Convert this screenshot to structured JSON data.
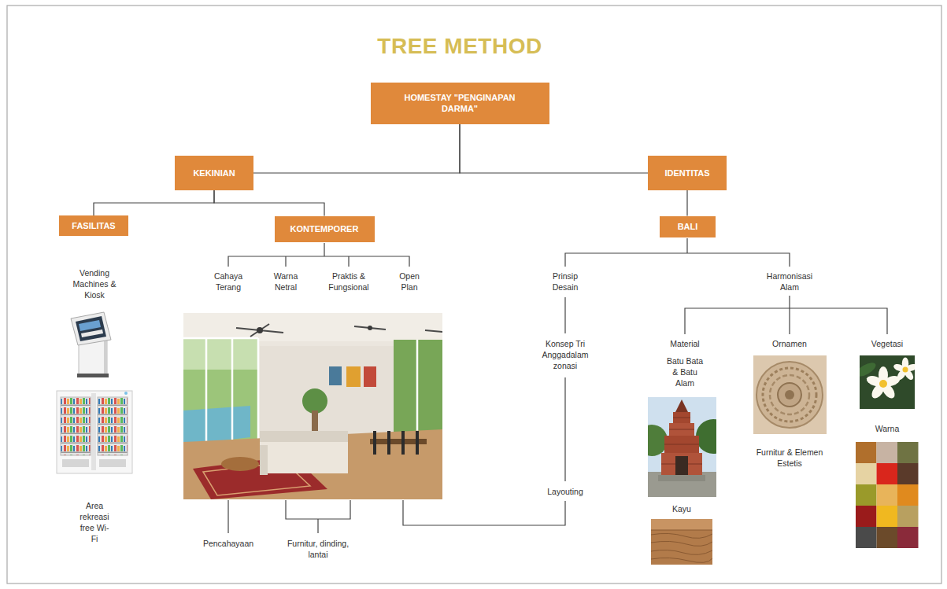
{
  "diagram": {
    "title": "TREE METHOD",
    "nodes": [
      {
        "text": [
          "HOMESTAY \"PENGINAPAN DARMA\""
        ]
      },
      {
        "text": [
          "KEKINIAN"
        ]
      },
      {
        "text": [
          "IDENTITAS"
        ]
      },
      {
        "text": [
          "FASILITAS"
        ]
      },
      {
        "text": [
          "KONTEMPORER"
        ]
      },
      {
        "text": [
          "BALI"
        ]
      }
    ],
    "edges": [
      {
        "from": 0,
        "to": 1,
        "arrow": "none"
      },
      {
        "from": 0,
        "to": 2,
        "arrow": "none"
      },
      {
        "from": 1,
        "to": 3,
        "arrow": "none"
      },
      {
        "from": 1,
        "to": 4,
        "arrow": "none"
      },
      {
        "from": 2,
        "to": 5,
        "arrow": "none"
      }
    ],
    "labels": [
      "Vending Machines & Kiosk",
      "Area rekreasi free Wi-Fi",
      "Cahaya Terang",
      "Warna Netral",
      "Praktis & Fungsional",
      "Open Plan",
      "Pencahayaan",
      "Furnitur, dinding, lantai",
      "Prinsip Desain",
      "Konsep Tri Anggadalam zonasi",
      "Layouting",
      "Harmonisasi Alam",
      "Material",
      "Batu Bata & Batu Alam",
      "Kayu",
      "Ornamen",
      "Furnitur & Elemen Estetis",
      "Vegetasi",
      "Warna"
    ]
  }
}
